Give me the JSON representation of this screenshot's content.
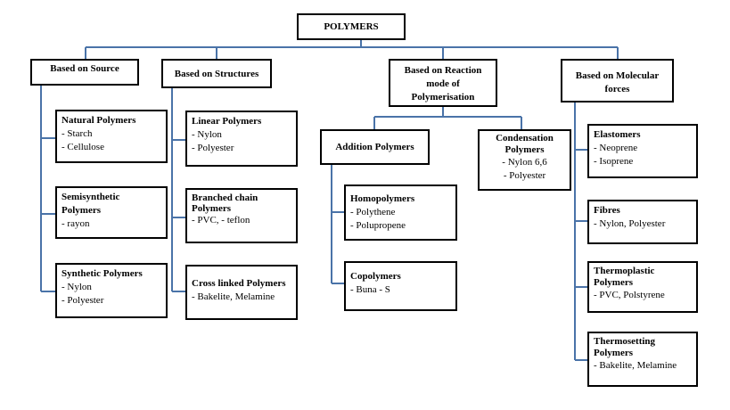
{
  "root": "POLYMERS",
  "categories": {
    "source": {
      "label": "Based on Source",
      "items": [
        {
          "title": "Natural Polymers",
          "examples": [
            "- Starch",
            "- Cellulose"
          ]
        },
        {
          "title": "Semisynthetic Polymers",
          "examples": [
            "- rayon"
          ]
        },
        {
          "title": "Synthetic Polymers",
          "examples": [
            "- Nylon",
            "- Polyester"
          ]
        }
      ]
    },
    "structures": {
      "label": "Based on Structures",
      "items": [
        {
          "title": "Linear Polymers",
          "examples": [
            "- Nylon",
            "- Polyester"
          ]
        },
        {
          "title": "Branched chain Polymers",
          "examples": [
            "- PVC, - teflon"
          ]
        },
        {
          "title": "Cross linked Polymers",
          "examples": [
            "- Bakelite, Melamine"
          ]
        }
      ]
    },
    "reaction": {
      "label": "Based on Reaction mode of Polymerisation",
      "addition": {
        "label": "Addition Polymers",
        "items": [
          {
            "title": "Homopolymers",
            "examples": [
              "- Polythene",
              "- Polupropene"
            ]
          },
          {
            "title": "Copolymers",
            "examples": [
              "- Buna - S"
            ]
          }
        ]
      },
      "condensation": {
        "title": "Condensation Polymers",
        "examples": [
          "- Nylon 6,6",
          "- Polyester"
        ]
      }
    },
    "molecular": {
      "label": "Based on Molecular forces",
      "items": [
        {
          "title": "Elastomers",
          "examples": [
            "- Neoprene",
            "- Isoprene"
          ]
        },
        {
          "title": "Fibres",
          "examples": [
            "- Nylon, Polyester"
          ]
        },
        {
          "title": "Thermoplastic Polymers",
          "examples": [
            "- PVC, Polstyrene"
          ]
        },
        {
          "title": "Thermosetting Polymers",
          "examples": [
            "- Bakelite, Melamine"
          ]
        }
      ]
    }
  },
  "colors": {
    "connector": "#4a73a8",
    "border": "#000000"
  }
}
